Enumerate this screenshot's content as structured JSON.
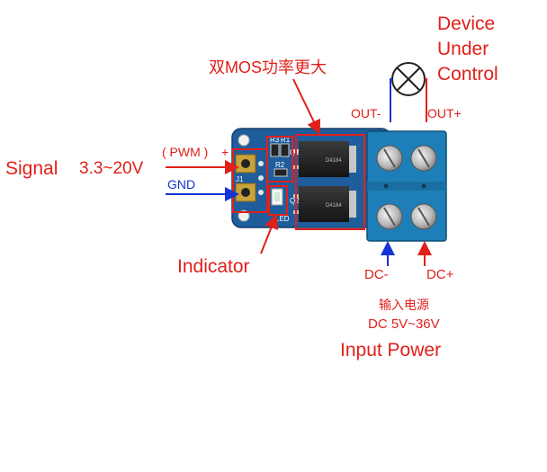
{
  "device": {
    "lines": [
      "Device",
      "Under",
      "Control"
    ]
  },
  "mos_label": "双MOS功率更大",
  "out_minus": "OUT-",
  "out_plus": "OUT+",
  "signal_label": "Signal",
  "signal_range": "3.3~20V",
  "pwm_label": "( PWM )",
  "plus_sign": "+",
  "gnd_label": "GND",
  "indicator_label": "Indicator",
  "dc_minus": "DC-",
  "dc_plus": "DC+",
  "input_cn": "输入电源",
  "input_range": "DC 5V~36V",
  "input_power": "Input Power",
  "silkscreen": {
    "r3": "R3",
    "r1": "R1",
    "r2": "R2",
    "q1": "Q1",
    "q2": "Q2",
    "j1": "J1",
    "led": "LED",
    "chip": "D4184"
  },
  "colors": {
    "red": "#e0201b",
    "blue": "#1533d6",
    "pcb": "#1f5d9c",
    "terminal": "#1e7fb8"
  }
}
